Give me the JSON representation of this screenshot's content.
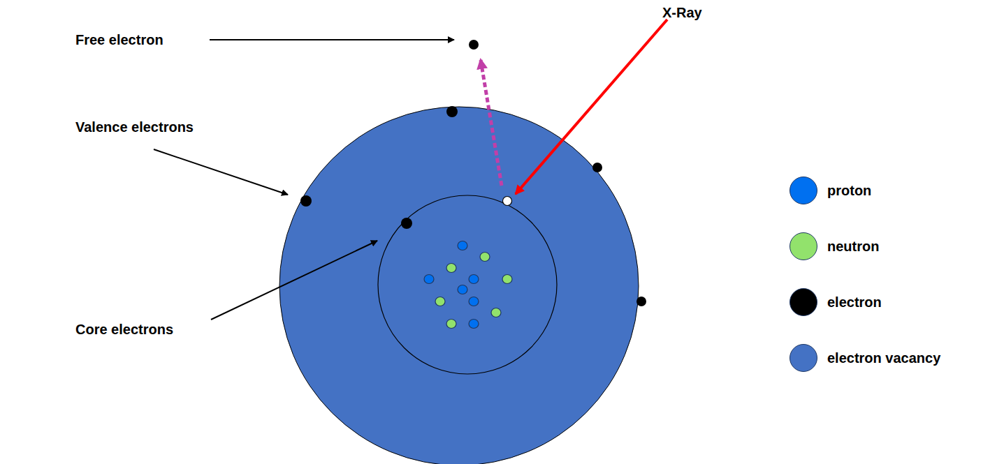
{
  "diagram": {
    "labels": [
      "X-Ray",
      "Free electron",
      "Valence electrons",
      "Core electrons"
    ],
    "legend": [
      {
        "text": "proton",
        "color": "#0070f0"
      },
      {
        "text": "neutron",
        "color": "#92e26c"
      },
      {
        "text": "electron",
        "color": "#000000"
      },
      {
        "text": "electron vacancy",
        "color": "#4472c4"
      }
    ]
  }
}
